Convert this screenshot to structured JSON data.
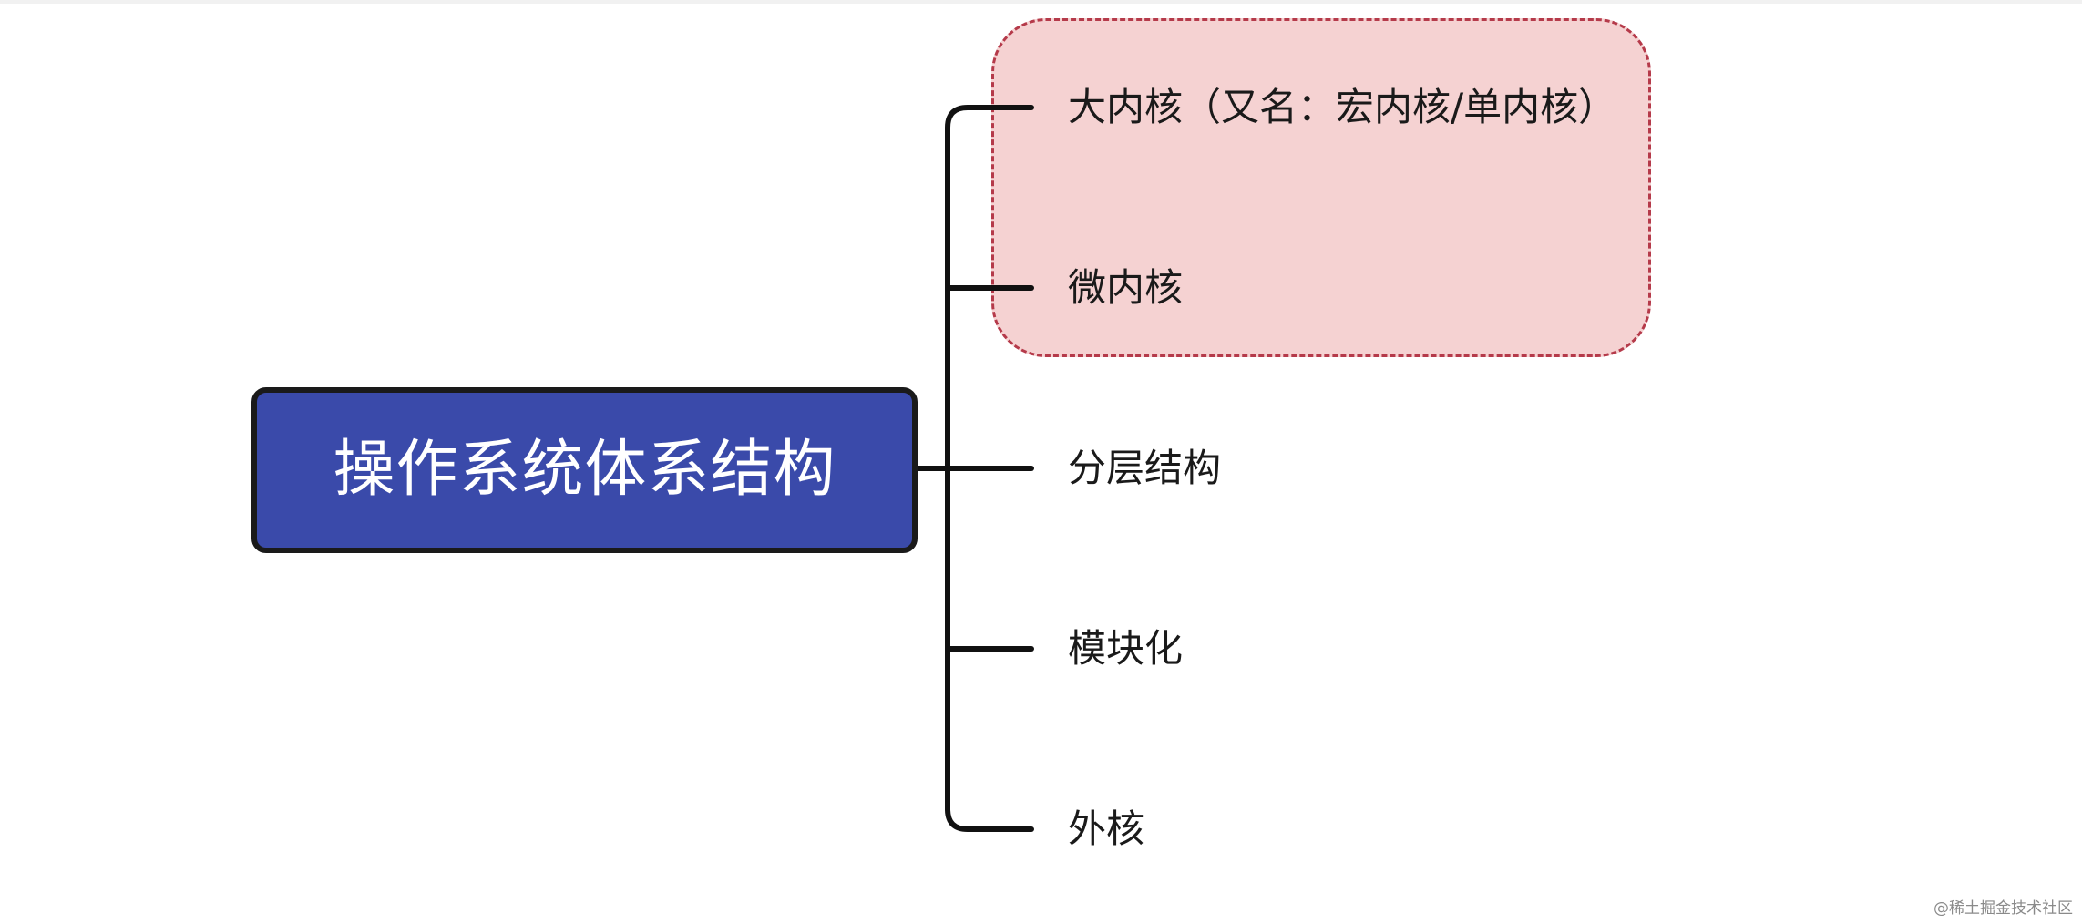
{
  "diagram": {
    "root": {
      "label": "操作系统体系结构",
      "fill_color": "#3a4aaa",
      "text_color": "#ffffff"
    },
    "branches": [
      {
        "label": "大内核（又名：宏内核/单内核）",
        "highlighted": true
      },
      {
        "label": "微内核",
        "highlighted": true
      },
      {
        "label": "分层结构",
        "highlighted": false
      },
      {
        "label": "模块化",
        "highlighted": false
      },
      {
        "label": "外核",
        "highlighted": false
      }
    ],
    "highlight": {
      "fill_color": "#f5d2d2",
      "border_color": "#b53a4a",
      "border_style": "dashed"
    },
    "connector_color": "#111111"
  },
  "watermark": "@稀土掘金技术社区"
}
